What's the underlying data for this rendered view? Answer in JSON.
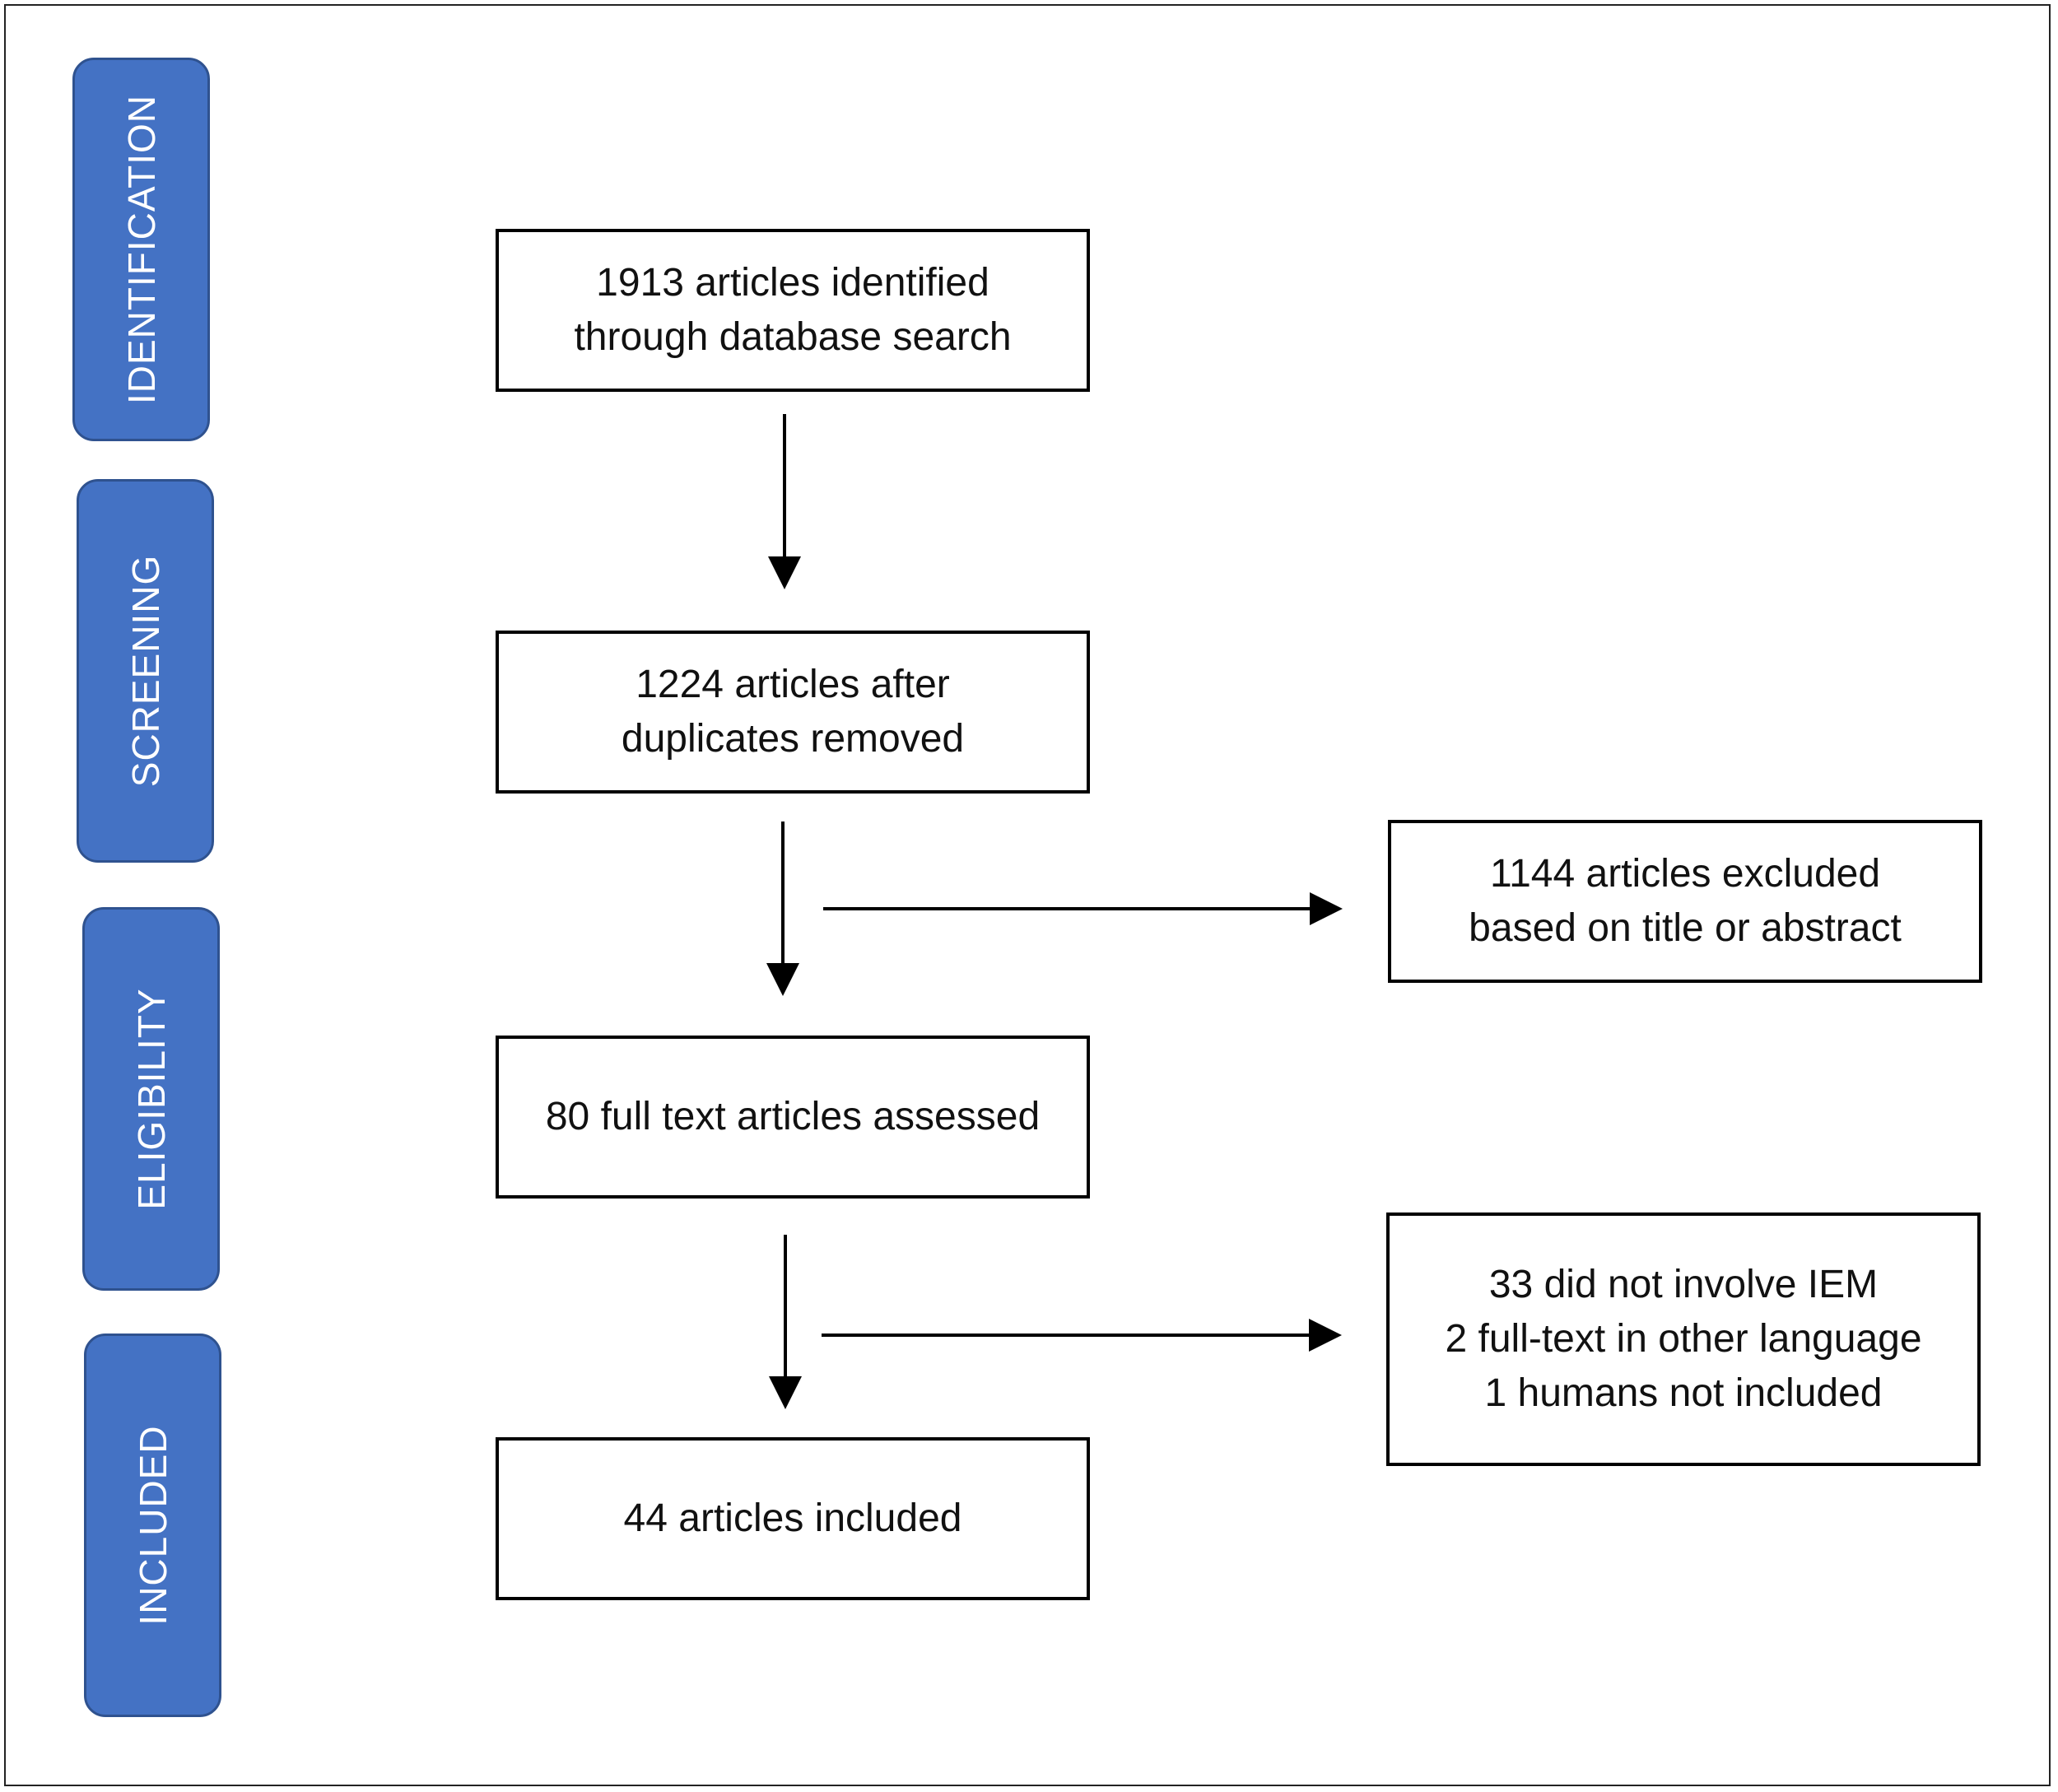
{
  "stages": [
    {
      "label": "IDENTIFICATION"
    },
    {
      "label": "SCREENING"
    },
    {
      "label": "ELIGIBILITY"
    },
    {
      "label": "INCLUDED"
    }
  ],
  "boxes": {
    "identified": {
      "line1": "1913 articles identified",
      "line2": "through database search"
    },
    "screened": {
      "line1": "1224 articles after",
      "line2": "duplicates removed"
    },
    "excluded_title": {
      "line1": "1144 articles excluded",
      "line2": "based on title or abstract"
    },
    "assessed": {
      "line1": "80 full text articles assessed"
    },
    "excluded_fulltext": {
      "line1": "33 did not involve IEM",
      "line2": "2 full-text in other language",
      "line3": "1 humans not included"
    },
    "included": {
      "line1": "44 articles included"
    }
  },
  "colors": {
    "stage_fill": "#4472c4",
    "stage_border": "#2f528f",
    "stage_text": "#ffffff"
  }
}
